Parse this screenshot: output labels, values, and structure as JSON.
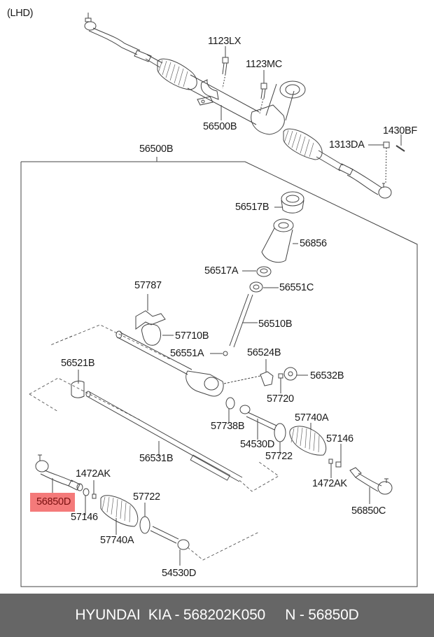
{
  "diagram": {
    "title": "(LHD)",
    "highlight_color": "#f47a7a",
    "labels": {
      "l_1123LX": "1123LX",
      "l_1123MC": "1123MC",
      "l_56500B_top": "56500B",
      "l_1430BF": "1430BF",
      "l_1313DA": "1313DA",
      "l_56500B_group": "56500B",
      "l_56517B": "56517B",
      "l_56856": "56856",
      "l_56517A": "56517A",
      "l_56551C": "56551C",
      "l_57787": "57787",
      "l_56510B": "56510B",
      "l_57710B": "57710B",
      "l_56551A": "56551A",
      "l_56524B": "56524B",
      "l_56521B": "56521B",
      "l_56532B": "56532B",
      "l_57720": "57720",
      "l_57738B": "57738B",
      "l_57740A_r": "57740A",
      "l_54530D_r": "54530D",
      "l_57146_r": "57146",
      "l_57722_r": "57722",
      "l_56531B": "56531B",
      "l_1472AK_r": "1472AK",
      "l_1472AK_l": "1472AK",
      "l_56850C": "56850C",
      "l_56850D": "56850D",
      "l_57722_l": "57722",
      "l_57146_l": "57146",
      "l_57740A_l": "57740A",
      "l_54530D_l": "54530D"
    }
  },
  "footer": {
    "brand": "HYUNDAI  KIA - 568202K050",
    "part_number": "N - 56850D"
  }
}
